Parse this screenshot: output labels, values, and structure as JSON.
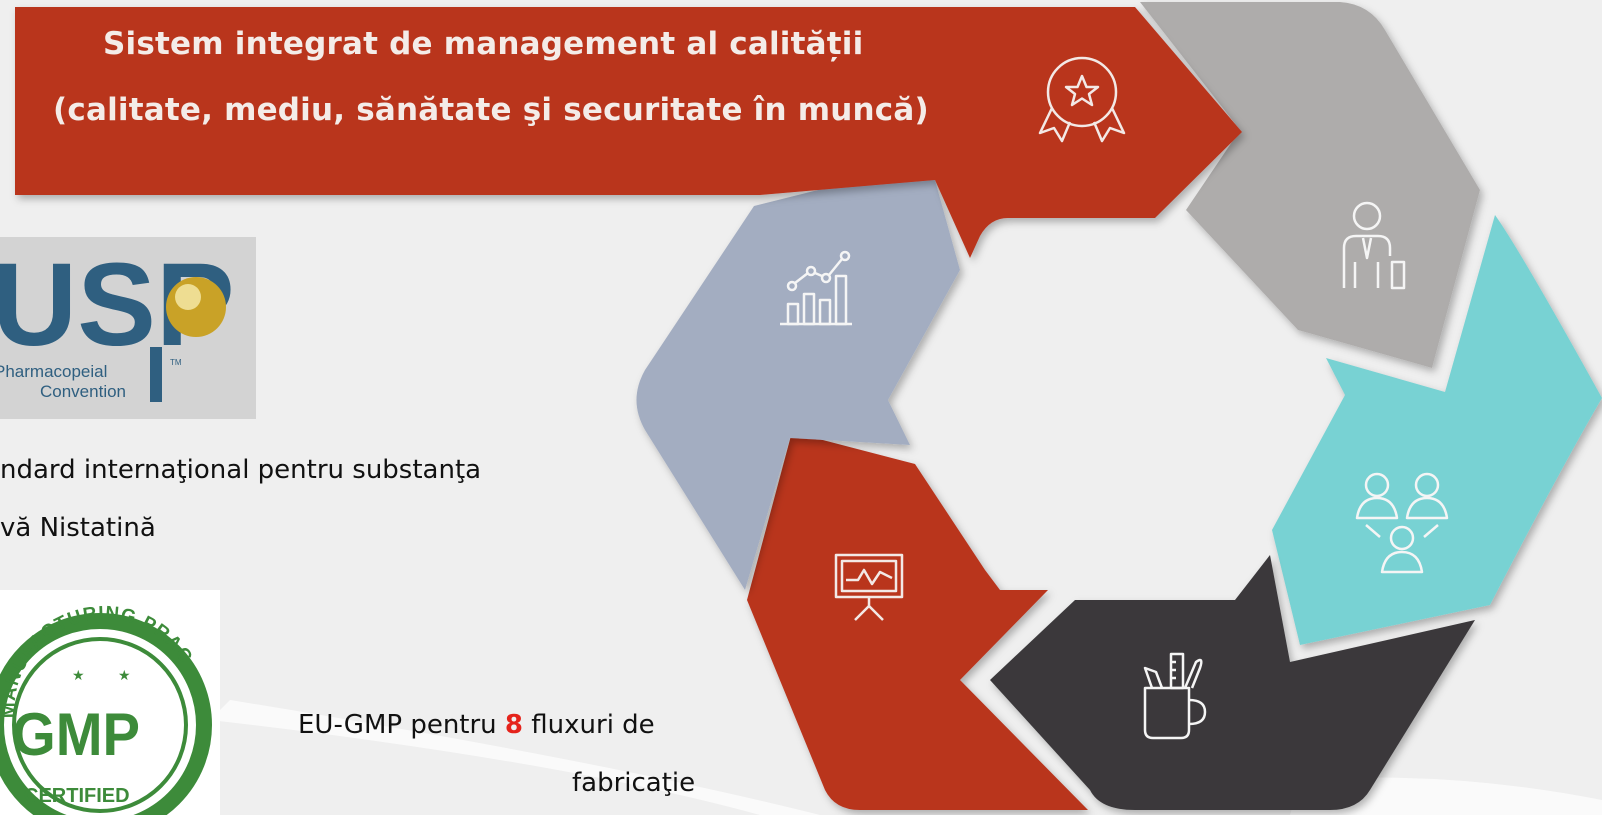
{
  "banner": {
    "line1": "Sistem integrat de  management al calității",
    "line2": "(calitate, mediu, sănătate şi securitate în muncă)"
  },
  "usp": {
    "logo_text": "USP",
    "logo_sub1": "Pharmacopeial",
    "logo_sub2": "Convention",
    "tm": "TM",
    "line1": "ndard internaţional pentru substanţa",
    "line2": "vă Nistatină"
  },
  "gmp": {
    "seal_top": "MANUFACTURING PRACTICE",
    "seal_main": "GMP",
    "seal_bottom": "CERTIFIED",
    "text_before": "EU-GMP pentru ",
    "number": "8",
    "text_after": "  fluxuri de",
    "line2": "fabricaţie"
  },
  "cycle": {
    "icons": [
      "award-icon",
      "businessman-icon",
      "team-icon",
      "pen-cup-icon",
      "presentation-icon",
      "growth-chart-icon"
    ],
    "colors": {
      "red": "#b9341f",
      "gray": "#aeacab",
      "teal": "#78d2d3",
      "dark": "#3a393b",
      "slate": "#a3adc1"
    }
  }
}
